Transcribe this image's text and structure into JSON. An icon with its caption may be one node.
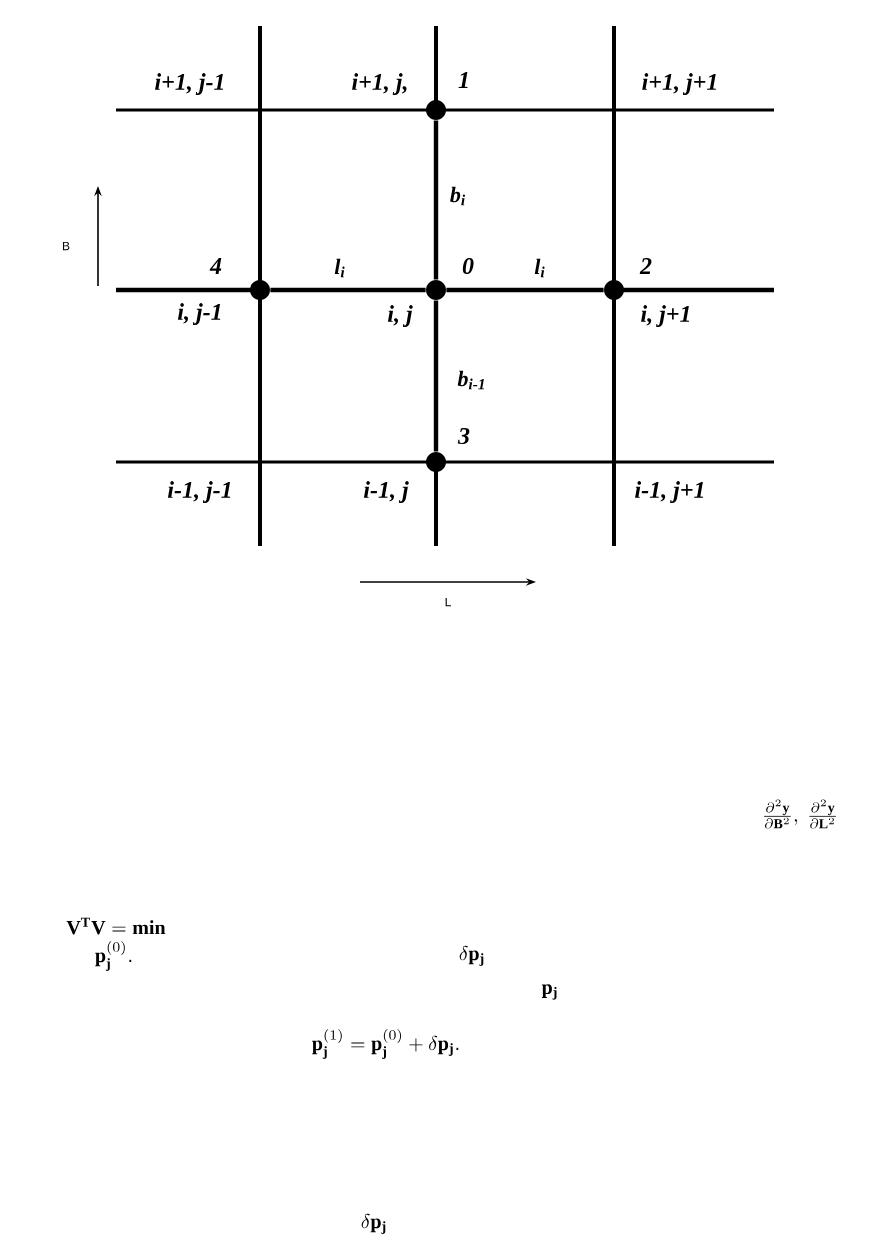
{
  "diagram": {
    "nodes": [
      {
        "text": [],
        "shape": "circle",
        "beside": [
          "1",
          "i+1, j,"
        ]
      },
      {
        "text": [],
        "shape": "circle",
        "beside": [
          "4",
          "i, j-1"
        ]
      },
      {
        "text": [],
        "shape": "circle",
        "beside": [
          "0",
          "i, j"
        ]
      },
      {
        "text": [],
        "shape": "circle",
        "beside": [
          "2",
          "i, j+1"
        ]
      },
      {
        "text": [],
        "shape": "circle",
        "beside": [
          "3",
          "i-1, j"
        ]
      }
    ],
    "edges": [
      {
        "from": 0,
        "to": 2,
        "arrow": "none",
        "label": "b$_{i}$"
      },
      {
        "from": 1,
        "to": 2,
        "arrow": "none",
        "label": "l$_{i}$"
      },
      {
        "from": 2,
        "to": 3,
        "arrow": "none",
        "label": "l$_{i}$"
      },
      {
        "from": 2,
        "to": 4,
        "arrow": "none",
        "label": "b$_{i-1}$"
      }
    ],
    "labels": [
      "i+1, j-1",
      "i+1, j+1",
      "B",
      "i-1, j-1",
      "i-1, j+1",
      "L",
      "\\frac{\\partial^2\\mathbf{y}}{\\partial\\mathbf{B}^2},\\ \\frac{\\partial^2\\mathbf{y}}{\\partial\\mathbf{L}^2}",
      "\\mathbf{V}^{\\mathbf{T}}\\mathbf{V}=\\mathbf{min}",
      "\\mathbf{p}_{\\mathbf{j}}^{(0)}.",
      "\\delta\\mathbf{p}_{\\mathbf{j}}",
      "\\mathbf{p}_{\\mathbf{j}}",
      "\\mathbf{p}_{\\mathbf{j}}^{(1)}=\\mathbf{p}_{\\mathbf{j}}^{(0)}+\\delta\\mathbf{p}_{\\mathbf{j}}.",
      "\\delta\\mathbf{p}_{\\mathbf{j}}"
    ]
  }
}
